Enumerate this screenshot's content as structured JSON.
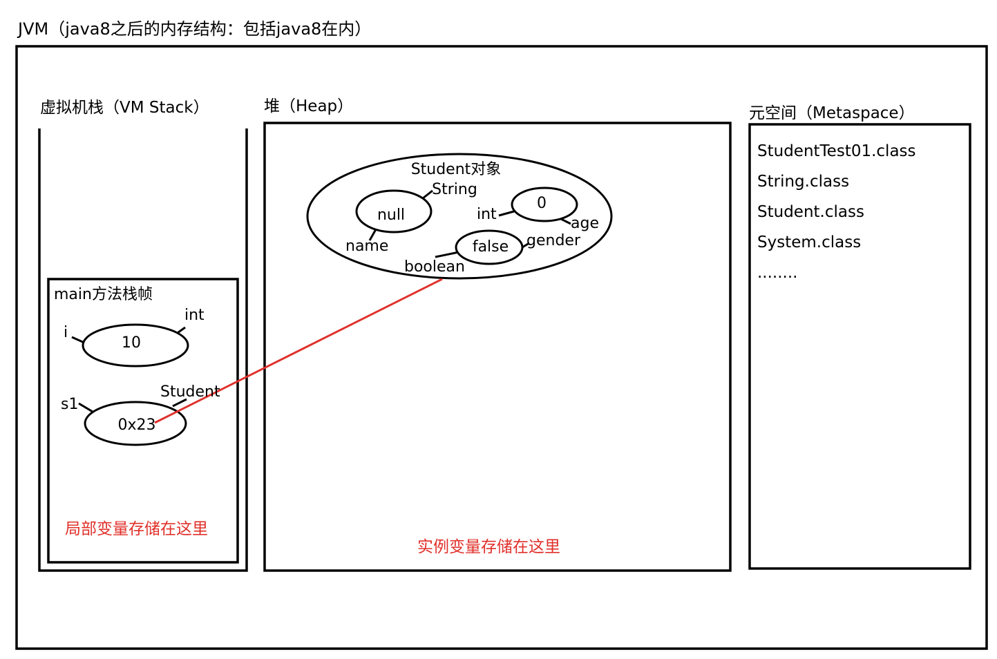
{
  "title": "JVM（java8之后的内存结构：包括java8在内）",
  "stack": {
    "label": "虚拟机栈（VM Stack）",
    "frame": {
      "label": "main方法栈帧",
      "vars": [
        {
          "name": "i",
          "type": "int",
          "value": "10"
        },
        {
          "name": "s1",
          "type": "Student",
          "value": "0x23"
        }
      ],
      "note": "局部变量存储在这里"
    }
  },
  "heap": {
    "label": "堆（Heap）",
    "object": {
      "label": "Student对象",
      "fields": [
        {
          "name": "name",
          "type": "String",
          "value": "null"
        },
        {
          "name": "age",
          "type": "int",
          "value": "0"
        },
        {
          "name": "gender",
          "type": "boolean",
          "value": "false"
        }
      ]
    },
    "note": "实例变量存储在这里"
  },
  "metaspace": {
    "label": "元空间（Metaspace）",
    "classes": [
      "StudentTest01.class",
      "String.class",
      "Student.class",
      "System.class",
      "........"
    ]
  },
  "colors": {
    "stroke": "#000000",
    "pointer": "#e0302a",
    "note": "#e0302a"
  }
}
